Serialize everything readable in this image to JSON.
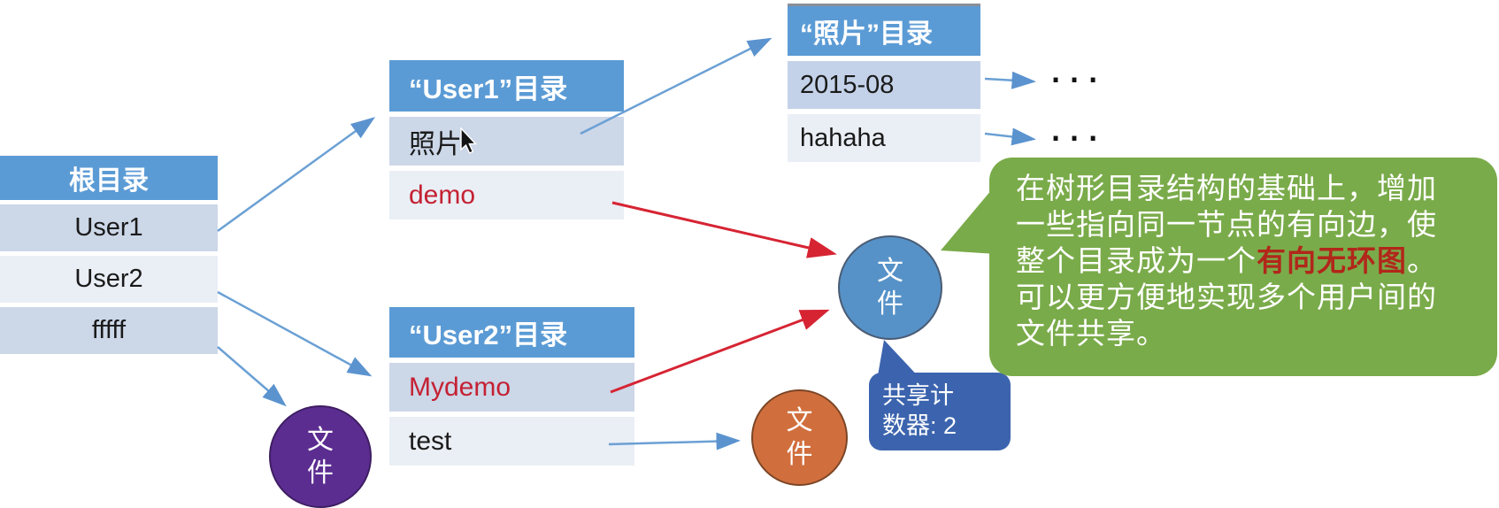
{
  "slide": {
    "tables": {
      "root": {
        "header": "根目录",
        "rows": [
          "User1",
          "User2",
          "fffff"
        ]
      },
      "user1": {
        "header": "“User1”目录",
        "rows": [
          "照片",
          "demo"
        ]
      },
      "user2": {
        "header": "“User2”目录",
        "rows": [
          "Mydemo",
          "test"
        ]
      },
      "photos": {
        "header": "“照片”目录",
        "rows": [
          "2015-08",
          "hahaha"
        ]
      }
    },
    "file_node_label": "文件",
    "ellipsis": "...",
    "share_counter": {
      "lines": [
        [
          {
            "t": "共享计"
          }
        ],
        [
          {
            "t": "数器: 2"
          }
        ]
      ]
    },
    "note_bubble": {
      "lines": [
        [
          {
            "t": "在树形目录结构的基础上，增加"
          }
        ],
        [
          {
            "t": "一些指向同一节点的有向边，使"
          }
        ],
        [
          {
            "t": "整个目录成为一个"
          },
          {
            "t": "有向无环图",
            "red": true
          },
          {
            "t": "。"
          }
        ],
        [
          {
            "t": "可以更方便地实现多个用户间的"
          }
        ],
        [
          {
            "t": "文件共享。"
          }
        ]
      ]
    },
    "colors": {
      "table_header_blue": "#5b9bd5",
      "row_dark": "#ccd7e8",
      "row_light": "#eaeef5",
      "red_text": "#c42133",
      "red_arrow": "#d62433",
      "blue_arrow": "#6ba0d4",
      "purple_node": "#5c2d91",
      "blue_node": "#5692c8",
      "orange_node": "#d06f3d",
      "counter_bg": "#3c64ae",
      "bubble_bg": "#7aab4a",
      "bubble_red_text": "#b1271a"
    }
  }
}
